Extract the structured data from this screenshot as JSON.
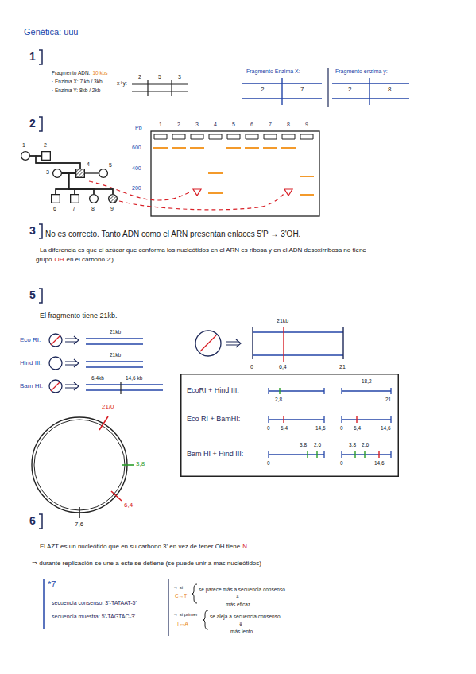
{
  "diagram": {
    "title": "Genética: uuu",
    "nodes": [
      {
        "text": [
          "1"
        ]
      },
      {
        "text": [
          "2"
        ]
      },
      {
        "text": [
          "3"
        ]
      },
      {
        "text": [
          "4"
        ]
      },
      {
        "text": [
          "5"
        ]
      },
      {
        "text": [
          "6"
        ]
      },
      {
        "text": [
          "7"
        ]
      },
      {
        "text": [
          "8"
        ]
      },
      {
        "text": [
          "9"
        ]
      },
      {
        "text": [
          "EcoRI + Hind III:",
          "2,8",
          "18,2",
          "21",
          "Eco RI + BamHI:",
          "0",
          "6,4",
          "14,6",
          "0",
          "6,4",
          "14,6",
          "Bam HI + Hind III:",
          "0",
          "3,8",
          "2,6",
          "0",
          "14,6",
          "3,8",
          "2,6"
        ]
      }
    ],
    "edges": [
      {
        "from": 0,
        "to": 1,
        "arrow": "none"
      },
      {
        "from": 0,
        "to": 3,
        "arrow": "none"
      },
      {
        "from": 1,
        "to": 3,
        "arrow": "none"
      },
      {
        "from": 2,
        "to": 3,
        "arrow": "none"
      },
      {
        "from": 3,
        "to": 4,
        "arrow": "none"
      },
      {
        "from": 2,
        "to": 5,
        "arrow": "none"
      },
      {
        "from": 2,
        "to": 6,
        "arrow": "none"
      },
      {
        "from": 2,
        "to": 7,
        "arrow": "none"
      },
      {
        "from": 2,
        "to": 8,
        "arrow": "none"
      },
      {
        "from": 3,
        "to": 5,
        "arrow": "none"
      },
      {
        "from": 3,
        "to": 6,
        "arrow": "none"
      },
      {
        "from": 3,
        "to": 7,
        "arrow": "none"
      },
      {
        "from": 3,
        "to": 8,
        "arrow": "none"
      }
    ],
    "labels": [
      "1",
      "Fragmento ADN:",
      "10 kbs",
      "· Enzima X: 7 kb / 3kb",
      "· Enzima Y: 8kb / 2kb",
      "x+y:",
      "2",
      "5",
      "3",
      "Fragmento Enzima X:",
      "2",
      "7",
      "Fragmento enzima y:",
      "2",
      "8",
      "2",
      "Pb",
      "1",
      "2",
      "3",
      "4",
      "5",
      "6",
      "7",
      "8",
      "9",
      "600",
      "400",
      "200",
      "3",
      "No es correcto. Tanto ADN como el ARN presentan enlaces 5'P → 3'OH.",
      "· La diferencia es que el azúcar que conforma los nucleótidos en el ARN es ribosa y en el ADN desoxirribosa no tiene",
      "grupo",
      "OH",
      "en el carbono 2').",
      "5",
      "El fragmento tiene 21kb.",
      "Eco RI:",
      "21kb",
      "Hind III:",
      "21kb",
      "Bam HI:",
      "6,4kb",
      "14,6 kb",
      "21/0",
      "3,8",
      "6,4",
      "7,6",
      "21kb",
      "0",
      "6,4",
      "21",
      "6",
      "El AZT es un nucleótido que en su carbono 3' en vez de tener OH tiene",
      "N",
      "⇒ durante replicación se une a este se detiene (se puede unir a mas nucleótidos)",
      "*7",
      "secuencia consenso: 3'-TATAAT-5'",
      "secuencia muestra: 5'-TAGTAC-3'",
      "→ si",
      "C↔T",
      "se parece más a secuencia consenso",
      "⇓",
      "más eficaz",
      "→ si primer",
      "T↔A",
      "se aleja a secuencia consenso",
      "⇓",
      "más lento"
    ]
  }
}
